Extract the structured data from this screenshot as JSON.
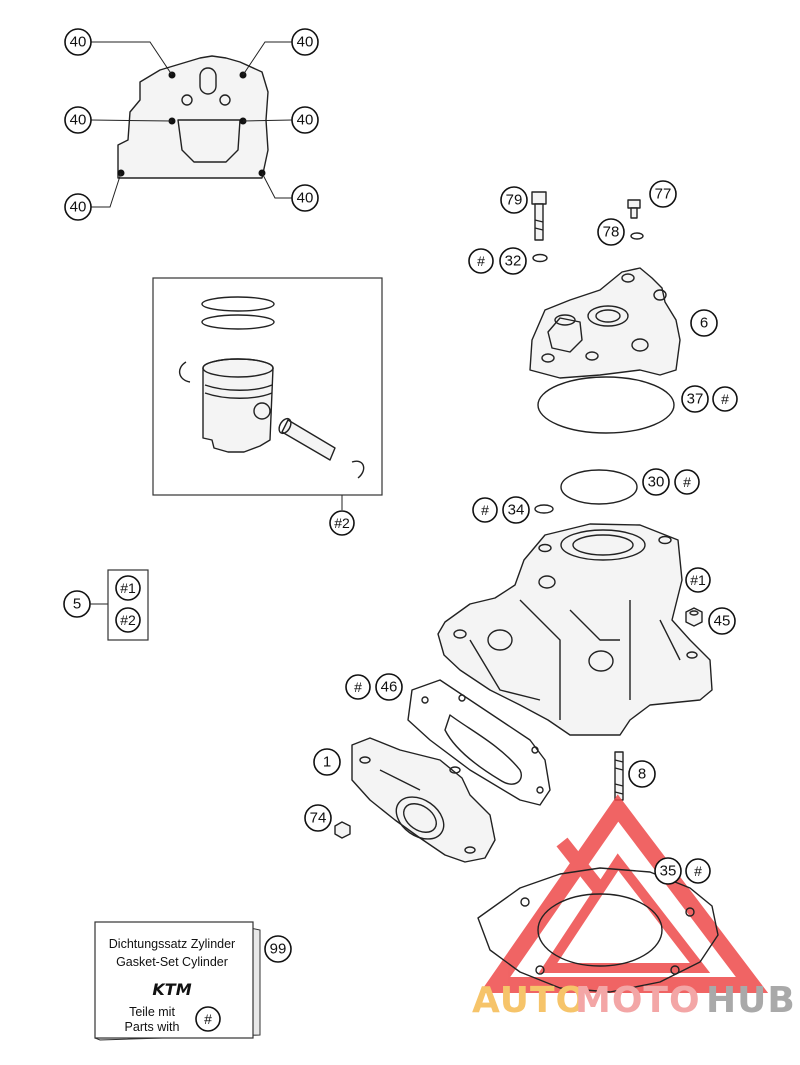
{
  "callouts": {
    "c40a": "40",
    "c40b": "40",
    "c40c": "40",
    "c40d": "40",
    "c40e": "40",
    "c40f": "40",
    "c79": "79",
    "c77": "77",
    "c78": "78",
    "c32": "32",
    "c6": "6",
    "c37": "37",
    "c30": "30",
    "c34": "34",
    "c45": "45",
    "c46": "46",
    "c1": "1",
    "c8": "8",
    "c74": "74",
    "c35": "35",
    "c5": "5",
    "c99": "99",
    "kit2": "#2",
    "kit1": "#1",
    "kit1b": "#1",
    "kit2b": "#2"
  },
  "hash_symbol": "#",
  "gasket_set_box": {
    "line1": "Dichtungssatz Zylinder",
    "line2": "Gasket-Set Cylinder",
    "brand": "KTM",
    "line3": "Teile mit",
    "line4": "Parts with",
    "symbol": "#"
  },
  "watermark": {
    "auto": "AUTO",
    "moto": "MOTO",
    "hub": "HUB",
    "colors": {
      "auto": "#f6c46a",
      "moto": "#f3a6a6",
      "hub": "#a9a9a9",
      "logo": "#ee4a4a"
    }
  }
}
